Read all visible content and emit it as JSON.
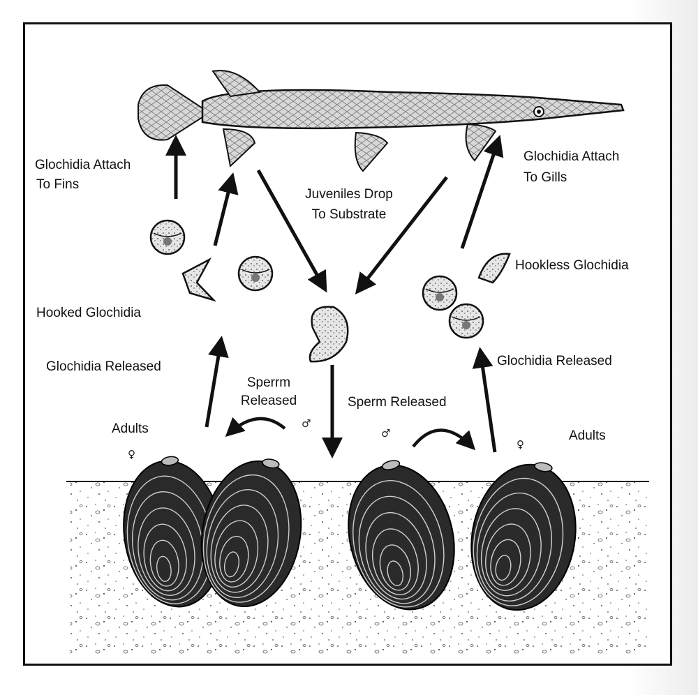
{
  "labels": {
    "attach_fins_1": "Glochidia Attach",
    "attach_fins_2": "To Fins",
    "attach_gills_1": "Glochidia Attach",
    "attach_gills_2": "To Gills",
    "juveniles_1": "Juveniles Drop",
    "juveniles_2": "To Substrate",
    "hookless": "Hookless Glochidia",
    "hooked": "Hooked Glochidia",
    "released_left": "Glochidia Released",
    "released_right": "Glochidia Released",
    "sperm_left_1": "Sperrm",
    "sperm_left_2": "Released",
    "sperm_right": "Sperm Released",
    "adults_left": "Adults",
    "adults_right": "Adults"
  },
  "symbols": {
    "female_left": "♀",
    "male_left": "♂",
    "male_right": "♂",
    "female_right": "♀"
  },
  "icons": [
    "gar-fish-icon",
    "mussel-icon",
    "glochidia-icon",
    "juvenile-mussel-icon",
    "arrow-icon"
  ]
}
